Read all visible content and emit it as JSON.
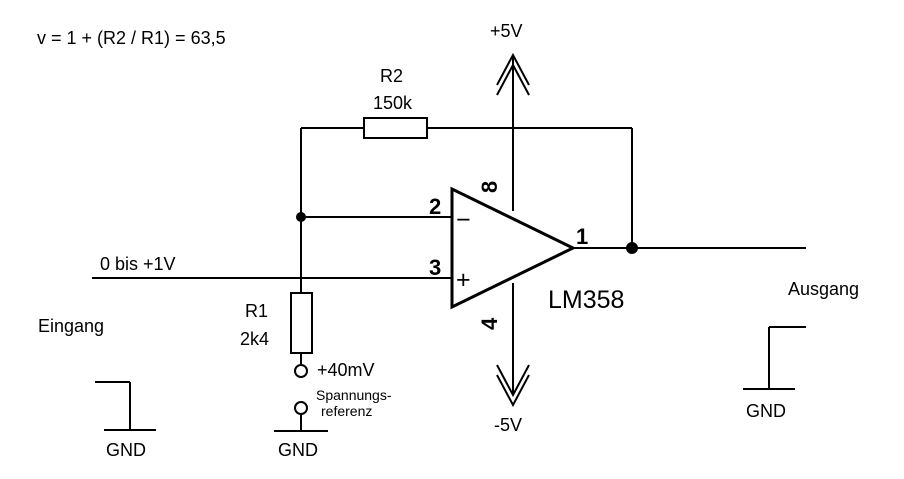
{
  "formula": "v = 1 + (R2 / R1) = 63,5",
  "supply": {
    "positive": "+5V",
    "negative": "-5V"
  },
  "r2": {
    "name": "R2",
    "value": "150k"
  },
  "r1": {
    "name": "R1",
    "value": "2k4"
  },
  "input": {
    "range": "0 bis  +1V",
    "label": "Eingang"
  },
  "output": {
    "label": "Ausgang"
  },
  "ground": {
    "label": "GND"
  },
  "reference": {
    "voltage": "+40mV",
    "line1": "Spannungs-",
    "line2": "referenz"
  },
  "opamp": {
    "part": "LM358",
    "pins": {
      "inverting": "2",
      "non_inverting": "3",
      "output": "1",
      "vplus": "8",
      "vminus": "4"
    },
    "signs": {
      "minus": "−",
      "plus": "+"
    }
  }
}
